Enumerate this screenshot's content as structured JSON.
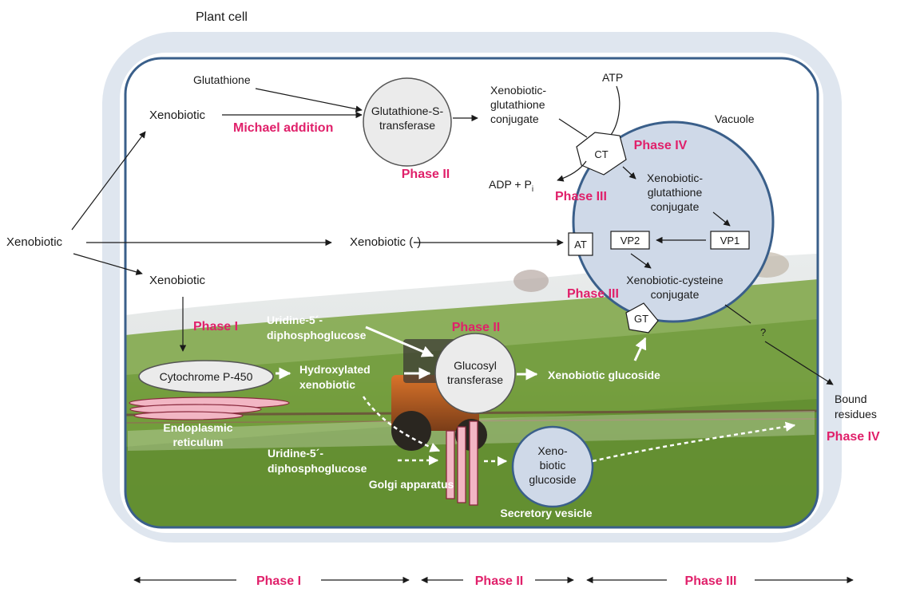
{
  "title": "Plant cell",
  "labels": {
    "xenobiotic_outside": "Xenobiotic",
    "xenobiotic_top": "Xenobiotic",
    "xenobiotic_mid": "Xenobiotic",
    "xenobiotic_anion": "Xenobiotic (-)",
    "glutathione": "Glutathione",
    "michael_addition": "Michael addition",
    "gst_line1": "Glutathione-S-",
    "gst_line2": "transferase",
    "xgc_top_l1": "Xenobiotic-",
    "xgc_top_l2": "glutathione",
    "xgc_top_l3": "conjugate",
    "atp": "ATP",
    "adp": "ADP + P",
    "adp_sub": "i",
    "ct": "CT",
    "at": "AT",
    "gt": "GT",
    "vp1": "VP1",
    "vp2": "VP2",
    "vacuole": "Vacuole",
    "xgc_vac_l1": "Xenobiotic-",
    "xgc_vac_l2": "glutathione",
    "xgc_vac_l3": "conjugate",
    "xcc_l1": "Xenobiotic-cysteine",
    "xcc_l2": "conjugate",
    "question": "?",
    "bound_l1": "Bound",
    "bound_l2": "residues",
    "udpg_top_l1": "Uridine-5´-",
    "udpg_top_l2": "diphosphoglucose",
    "udpg_bot_l1": "Uridine-5´-",
    "udpg_bot_l2": "diphosphoglucose",
    "cyp450": "Cytochrome P-450",
    "hydrox_l1": "Hydroxylated",
    "hydrox_l2": "xenobiotic",
    "glucosyl_l1": "Glucosyl",
    "glucosyl_l2": "transferase",
    "xglucoside": "Xenobiotic glucoside",
    "er_l1": "Endoplasmic",
    "er_l2": "reticulum",
    "golgi": "Golgi apparatus",
    "secretory": "Secretory vesicle",
    "vesicle_l1": "Xeno-",
    "vesicle_l2": "biotic",
    "vesicle_l3": "glucoside"
  },
  "phases": {
    "phase1_cell": "Phase I",
    "phase2_gst": "Phase II",
    "phase2_glucosyl": "Phase II",
    "phase3_ct": "Phase III",
    "phase3_gt": "Phase III",
    "phase4_vacuole": "Phase IV",
    "phase4_bound": "Phase IV"
  },
  "bottom_axis": [
    "Phase I",
    "Phase II",
    "Phase III"
  ],
  "colors": {
    "cell_wall": "#dfe6ef",
    "membrane": "#3a5f8a",
    "vacuole_fill": "#cfd9e8",
    "phase_pink": "#e0206a",
    "er_pink": "#f2b6c4",
    "field_green": "#6f9a3a",
    "sky": "#e6e9ea"
  }
}
